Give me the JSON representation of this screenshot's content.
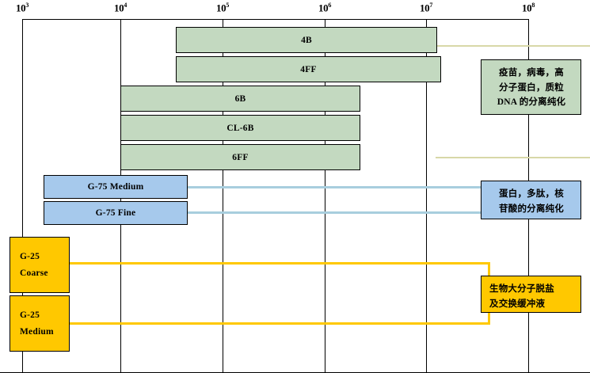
{
  "chart_data": {
    "type": "bar",
    "title": "",
    "xlabel": "",
    "ylabel": "",
    "scale": "log10",
    "xlim": [
      1000,
      100000000
    ],
    "grid": true,
    "legend_position": "right",
    "axis": {
      "ticks": [
        {
          "label_base": "10",
          "label_exp": "3",
          "value": 1000,
          "x_pct": 0.0
        },
        {
          "label_base": "10",
          "label_exp": "4",
          "value": 10000,
          "x_pct": 20.0
        },
        {
          "label_base": "10",
          "label_exp": "5",
          "value": 100000,
          "x_pct": 40.0
        },
        {
          "label_base": "10",
          "label_exp": "6",
          "value": 1000000,
          "x_pct": 60.0
        },
        {
          "label_base": "10",
          "label_exp": "7",
          "value": 10000000,
          "x_pct": 80.0
        },
        {
          "label_base": "10",
          "label_exp": "8",
          "value": 100000000,
          "x_pct": 100.0
        }
      ]
    },
    "groups": [
      {
        "name": "agarose-group",
        "color": "#c3d9c0",
        "note": [
          "疫苗，病毒，高",
          "分子蛋白，质粒",
          "DNA 的分离纯化"
        ],
        "bars": [
          {
            "label": "4B",
            "start": 60000,
            "end": 20000000
          },
          {
            "label": "4FF",
            "start": 60000,
            "end": 22000000
          },
          {
            "label": "6B",
            "start": 10000,
            "end": 2000000
          },
          {
            "label": "CL-6B",
            "start": 10000,
            "end": 2000000
          },
          {
            "label": "6FF",
            "start": 10000,
            "end": 2000000
          }
        ]
      },
      {
        "name": "dextran-g75-group",
        "color": "#a6c9ec",
        "note": [
          "蛋白，多肽，核",
          "苷酸的分离纯化"
        ],
        "bars": [
          {
            "label": "G-75 Medium",
            "start": 1600,
            "end": 40000
          },
          {
            "label": "G-75 Fine",
            "start": 1600,
            "end": 40000
          }
        ]
      },
      {
        "name": "dextran-g25-group",
        "color": "#ffc800",
        "note": [
          "生物大分子脱盐",
          "及交换缓冲液"
        ],
        "bars": [
          {
            "label_lines": [
              "G-25",
              "Coarse"
            ],
            "start": 800,
            "end": 3000
          },
          {
            "label_lines": [
              "G-25",
              "Medium"
            ],
            "start": 800,
            "end": 3000
          }
        ]
      }
    ]
  },
  "axis": {
    "t0_base": "10",
    "t0_exp": "3",
    "t1_base": "10",
    "t1_exp": "4",
    "t2_base": "10",
    "t2_exp": "5",
    "t3_base": "10",
    "t3_exp": "6",
    "t4_base": "10",
    "t4_exp": "7",
    "t5_base": "10",
    "t5_exp": "8"
  },
  "bars": {
    "b4b": "4B",
    "b4ff": "4FF",
    "b6b": "6B",
    "bcl6b": "CL-6B",
    "b6ff": "6FF",
    "g75medium": "G-75 Medium",
    "g75fine": "G-75 Fine",
    "g25coarse_l1": "G-25",
    "g25coarse_l2": "Coarse",
    "g25medium_l1": "G-25",
    "g25medium_l2": "Medium"
  },
  "notes": {
    "green_l1": "疫苗，病毒，高",
    "green_l2": "分子蛋白，质粒",
    "green_l3": "DNA 的分离纯化",
    "blue_l1": "蛋白，多肽，核",
    "blue_l2": "苷酸的分离纯化",
    "yellow_l1": "生物大分子脱盐",
    "yellow_l2": "及交换缓冲液"
  }
}
